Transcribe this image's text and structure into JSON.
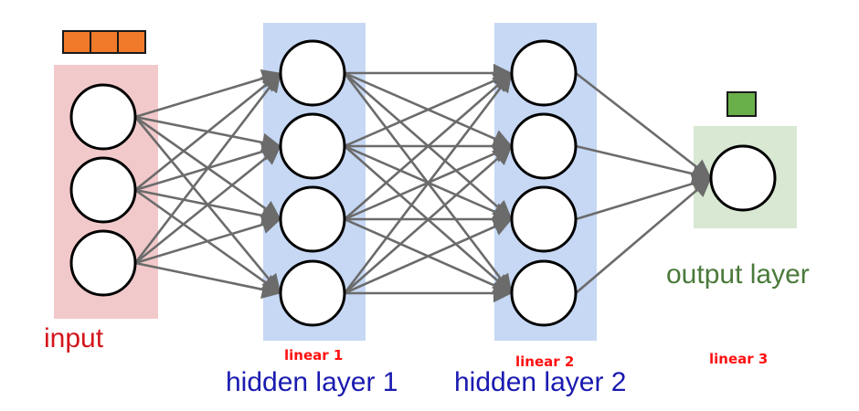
{
  "diagram": {
    "type": "feedforward-neural-network",
    "layers": [
      {
        "id": "input",
        "label": "input",
        "nodes": 3,
        "panel_color": "#f2c9cb",
        "label_color": "#d4141c",
        "tensor_cells": 3,
        "tensor_color": "#f07a2a"
      },
      {
        "id": "hidden1",
        "label": "hidden layer 1",
        "nodes": 4,
        "panel_color": "#c6d8f4",
        "label_color": "#1a1ab0",
        "linear_label": "linear 1"
      },
      {
        "id": "hidden2",
        "label": "hidden layer 2",
        "nodes": 4,
        "panel_color": "#c6d8f4",
        "label_color": "#1a1ab0",
        "linear_label": "linear 2"
      },
      {
        "id": "output",
        "label": "output layer",
        "nodes": 1,
        "panel_color": "#d8e8d2",
        "label_color": "#4a7a3a",
        "linear_label": "linear 3",
        "tensor_cells": 1,
        "tensor_color": "#6ab04a"
      }
    ],
    "connections": "fully-connected",
    "edge_color": "#6b6b6b",
    "node_fill": "#ffffff",
    "node_stroke": "#000000",
    "linear_label_color": "#ff1010"
  },
  "labels": {
    "input": "input",
    "hidden1": "hidden layer 1",
    "hidden2": "hidden layer 2",
    "output": "output layer",
    "linear1": "linear 1",
    "linear2": "linear 2",
    "linear3": "linear 3"
  }
}
